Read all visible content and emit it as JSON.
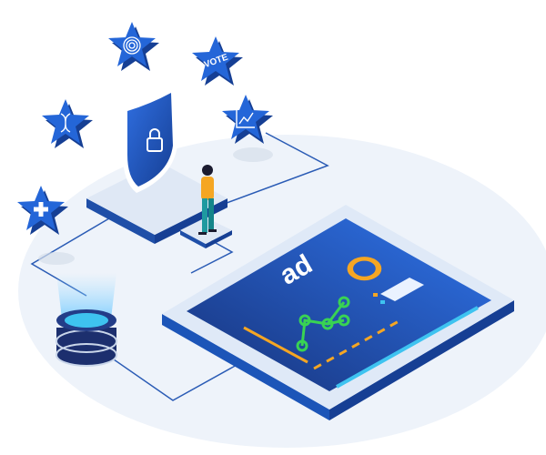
{
  "illustration": {
    "star_labels": {
      "vote": "VOTE"
    },
    "screen_text": "ad",
    "colors": {
      "primary_blue": "#1f5fd1",
      "dark_blue": "#163f94",
      "background": "#eef3fa",
      "line": "#2a5bb5",
      "orange": "#f5a623",
      "green": "#39d353",
      "accent_cyan": "#3ec3f0"
    },
    "icons": [
      "fingerprint-icon",
      "vote-icon",
      "dna-icon",
      "chart-icon",
      "medical-cross-icon",
      "lock-icon",
      "shield-icon",
      "database-icon",
      "person-figure"
    ]
  }
}
